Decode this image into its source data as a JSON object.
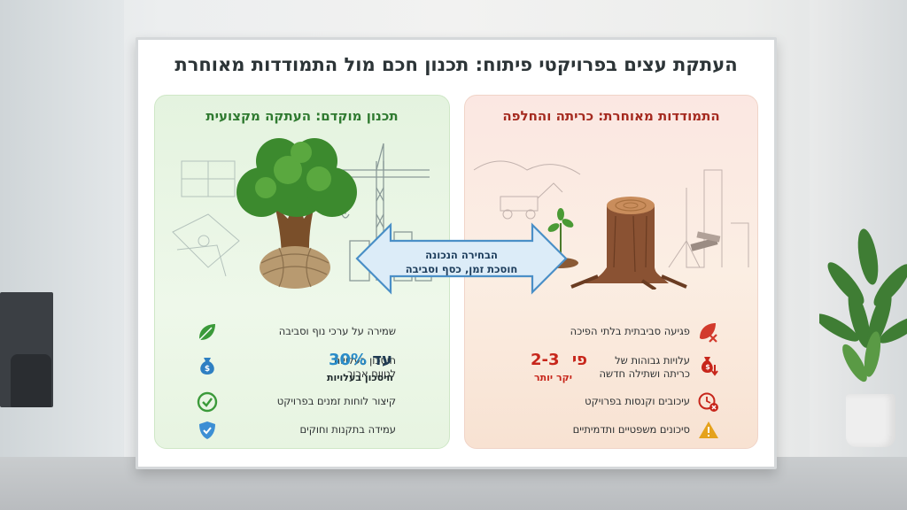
{
  "poster": {
    "title": "העתקת עצים בפרויקטי פיתוח: תכנון חכם מול התמודדות מאוחרת",
    "left_panel": {
      "heading": "תכנון מוקדם: העתקה מקצועית",
      "items": [
        {
          "text": "שמירה על ערכי נוף וסביבה",
          "icon": "leaf-icon"
        },
        {
          "text_line1": "חיסכון בעלויות",
          "text_line2": "לטווח ארוך",
          "highlight_prefix": "עד",
          "highlight_value": "30%",
          "highlight_sub": "חיסכון בעלויות",
          "icon": "money-bag-icon"
        },
        {
          "text": "קיצור לוחות זמנים בפרויקט",
          "icon": "check-circle-icon"
        },
        {
          "text": "עמידה בתקנות וחוקים",
          "icon": "shield-check-icon"
        }
      ]
    },
    "right_panel": {
      "heading": "התמודדות מאוחרת: כריתה והחלפה",
      "items": [
        {
          "text": "פגיעה סביבתית בלתי הפיכה",
          "icon": "damaged-leaf-icon"
        },
        {
          "text_line1": "עלויות גבוהות של",
          "text_line2": "כריתה ושתילה חדשה",
          "highlight_prefix": "פי",
          "highlight_value": "2-3",
          "highlight_sub": "יקר יותר",
          "icon": "money-loss-icon"
        },
        {
          "text": "עיכובים וקנסות בפרויקט",
          "icon": "clock-cancel-icon"
        },
        {
          "text": "סיכונים משפטיים ותדמיתיים",
          "icon": "warning-icon"
        }
      ]
    },
    "center_arrow": {
      "line1": "הבחירה הנכונה",
      "line2": "חוסכת זמן, כסף וסביבה"
    }
  },
  "colors": {
    "left_accent": "#2f7a30",
    "right_accent": "#a52a1f",
    "percent_blue": "#2a8cc8",
    "multiplier_red": "#c7261b",
    "arrow_fill": "#dcecf8",
    "arrow_stroke": "#4a8fc7"
  }
}
